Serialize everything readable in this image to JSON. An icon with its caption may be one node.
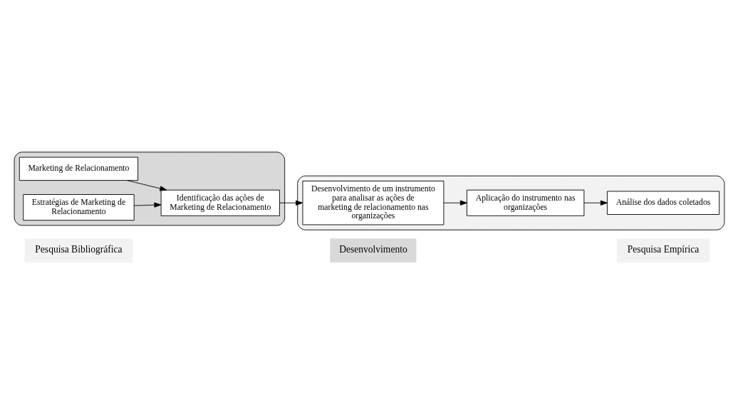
{
  "diagram": {
    "nodes": [
      {
        "text": [
          "Pesquisa Bibliográfica"
        ]
      },
      {
        "text": [
          "Desenvolvimento"
        ]
      },
      {
        "text": [
          "Pesquisa Empírica"
        ]
      },
      {
        "text": [],
        "shape": "box"
      },
      {
        "text": [
          "Marketing de Relacionamento"
        ],
        "in": 3
      },
      {
        "text": [
          "Estratégias de Marketing de Relacionamento"
        ],
        "in": 3
      },
      {
        "text": [
          "Identificação das ações de Marketing de Relacionamento"
        ],
        "in": 3
      },
      {
        "text": [],
        "shape": "box"
      },
      {
        "text": [
          "Desenvolvimento de um instrumento para analisar as ações de marketing de relacionamento nas organizações"
        ],
        "in": 7
      },
      {
        "text": [
          "Aplicação do instrumento nas organizações"
        ],
        "in": 7
      },
      {
        "text": [
          "Análise dos dados coletados"
        ],
        "in": 7
      }
    ],
    "edges": [
      {
        "from": 4,
        "to": 6,
        "arrow": "to"
      },
      {
        "from": 5,
        "to": 6,
        "arrow": "to"
      },
      {
        "from": 6,
        "to": 8,
        "arrow": "to"
      },
      {
        "from": 8,
        "to": 9,
        "arrow": "to"
      },
      {
        "from": 9,
        "to": 10,
        "arrow": "to"
      }
    ]
  }
}
